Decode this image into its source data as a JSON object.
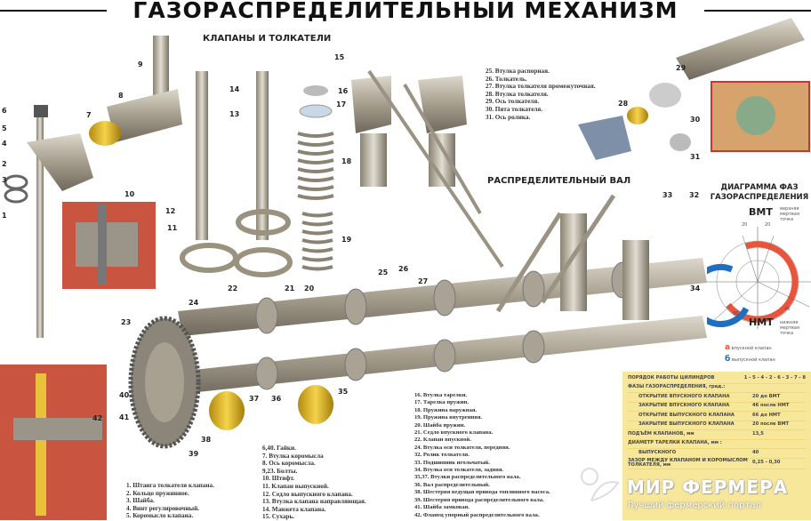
{
  "title": "ГАЗОРАСПРЕДЕЛИТЕЛЬНЫЙ МЕХАНИЗМ",
  "sections": {
    "valves": "КЛАПАНЫ И ТОЛКАТЕЛИ",
    "camshaft": "РАСПРЕДЕЛИТЕЛЬНЫЙ ВАЛ"
  },
  "legend_top_right": [
    "25. Втулка распорная.",
    "26. Толкатель.",
    "27. Втулка толкателя промежуточная.",
    "28. Втулка толкателя.",
    "29. Ось толкателя.",
    "30. Пята толкателя.",
    "31. Ось ролика."
  ],
  "legend_1": [
    "1. Штанга толкателя клапана.",
    "2. Кольцо пружинное.",
    "3. Шайба.",
    "4. Винт регулировочный.",
    "5. Коромысло клапана."
  ],
  "legend_2": [
    "6,40. Гайки.",
    "7. Втулка коромысла",
    "8. Ось коромысла.",
    "9,23. Болты.",
    "10. Штифт.",
    "11. Клапан выпускной.",
    "12. Седло выпускного клапана.",
    "13. Втулка клапана направляющая.",
    "14. Манжета клапана.",
    "15. Сухарь."
  ],
  "legend_3": [
    "16. Втулка тарелки.",
    "17. Тарелка пружин.",
    "18. Пружина наружная.",
    "19. Пружина внутренняя.",
    "20. Шайба пружин.",
    "21. Седло впускного клапана.",
    "22. Клапан впускной.",
    "24. Втулка оси толкателя, передняя.",
    "32. Ролик толкателя.",
    "33. Подшипник игольчатый.",
    "34. Втулка оси толкателя, задняя.",
    "35,37. Втулки распределительного вала.",
    "36. Вал распределительный.",
    "38. Шестерня ведущая привода топливного насоса.",
    "39. Шестерня привода распределительного вала.",
    "41. Шайба замковая.",
    "42. Фланец упорный распределительного вала."
  ],
  "phase_diagram": {
    "title_1": "ДИАГРАММА ФАЗ",
    "title_2": "ГАЗОРАСПРЕДЕЛЕНИЯ",
    "tdc": "ВМТ",
    "bdc": "НМТ",
    "tdc_note": "верхняя мертвая точка",
    "bdc_note": "нижняя мертвая точка",
    "angle_a": "20",
    "angle_b": "20",
    "angle_c": "66",
    "angle_d": "46",
    "key_a_letter": "а",
    "key_a": "впускной клапан",
    "key_b_letter": "б",
    "key_b": "выпускной клапан",
    "colors": {
      "intake": "#e8553c",
      "exhaust": "#1f6fc0"
    }
  },
  "specs": {
    "firing_order_label": "ПОРЯДОК РАБОТЫ ЦИЛИНДРОВ",
    "firing_order": "1 - 5 - 4 - 2 - 6 - 3 - 7 - 8",
    "phases_label": "ФАЗЫ ГАЗОРАСПРЕДЕЛЕНИЯ, град.:",
    "rows": [
      {
        "label": "ОТКРЫТИЕ ВПУСКНОГО КЛАПАНА",
        "value": "20  до ВМТ"
      },
      {
        "label": "ЗАКРЫТИЕ ВПУСКНОГО КЛАПАНА",
        "value": "46  после НМТ"
      },
      {
        "label": "ОТКРЫТИЕ ВЫПУСКНОГО КЛАПАНА",
        "value": "66  до НМТ"
      },
      {
        "label": "ЗАКРЫТИЕ ВЫПУСКНОГО КЛАПАНА",
        "value": "20  после ВМТ"
      }
    ],
    "lift_label": "ПОДЪЁМ КЛАПАНОВ, мм",
    "lift": "13,5",
    "diameter_label": "ДИАМЕТР ТАРЕЛКИ КЛАПАНА, мм :",
    "exhaust_label": "ВЫПУСКНОГО",
    "exhaust_value": "40",
    "gap_label": "ЗАЗОР МЕЖДУ КЛАПАНОМ И КОРОМЫСЛОМ ТОЛКАТЕЛЯ, мм",
    "gap_value": "0,25 - 0,30"
  },
  "watermark": {
    "title": "МИР ФЕРМЕРА",
    "subtitle": "Лучший фермерский портал"
  },
  "callouts": {
    "c1": "1",
    "c2": "2",
    "c3": "3",
    "c4": "4",
    "c5": "5",
    "c6": "6",
    "c7": "7",
    "c8": "8",
    "c9": "9",
    "c10": "10",
    "c11": "11",
    "c12": "12",
    "c13": "13",
    "c14": "14",
    "c15": "15",
    "c16": "16",
    "c17": "17",
    "c18": "18",
    "c19": "19",
    "c20": "20",
    "c21": "21",
    "c22": "22",
    "c23": "23",
    "c24": "24",
    "c25": "25",
    "c26": "26",
    "c27": "27",
    "c28": "28",
    "c29": "29",
    "c30": "30",
    "c31": "31",
    "c32": "32",
    "c33": "33",
    "c34": "34",
    "c35": "35",
    "c36": "36",
    "c37": "37",
    "c38": "38",
    "c39": "39",
    "c40": "40",
    "c41": "41",
    "c42": "42"
  }
}
